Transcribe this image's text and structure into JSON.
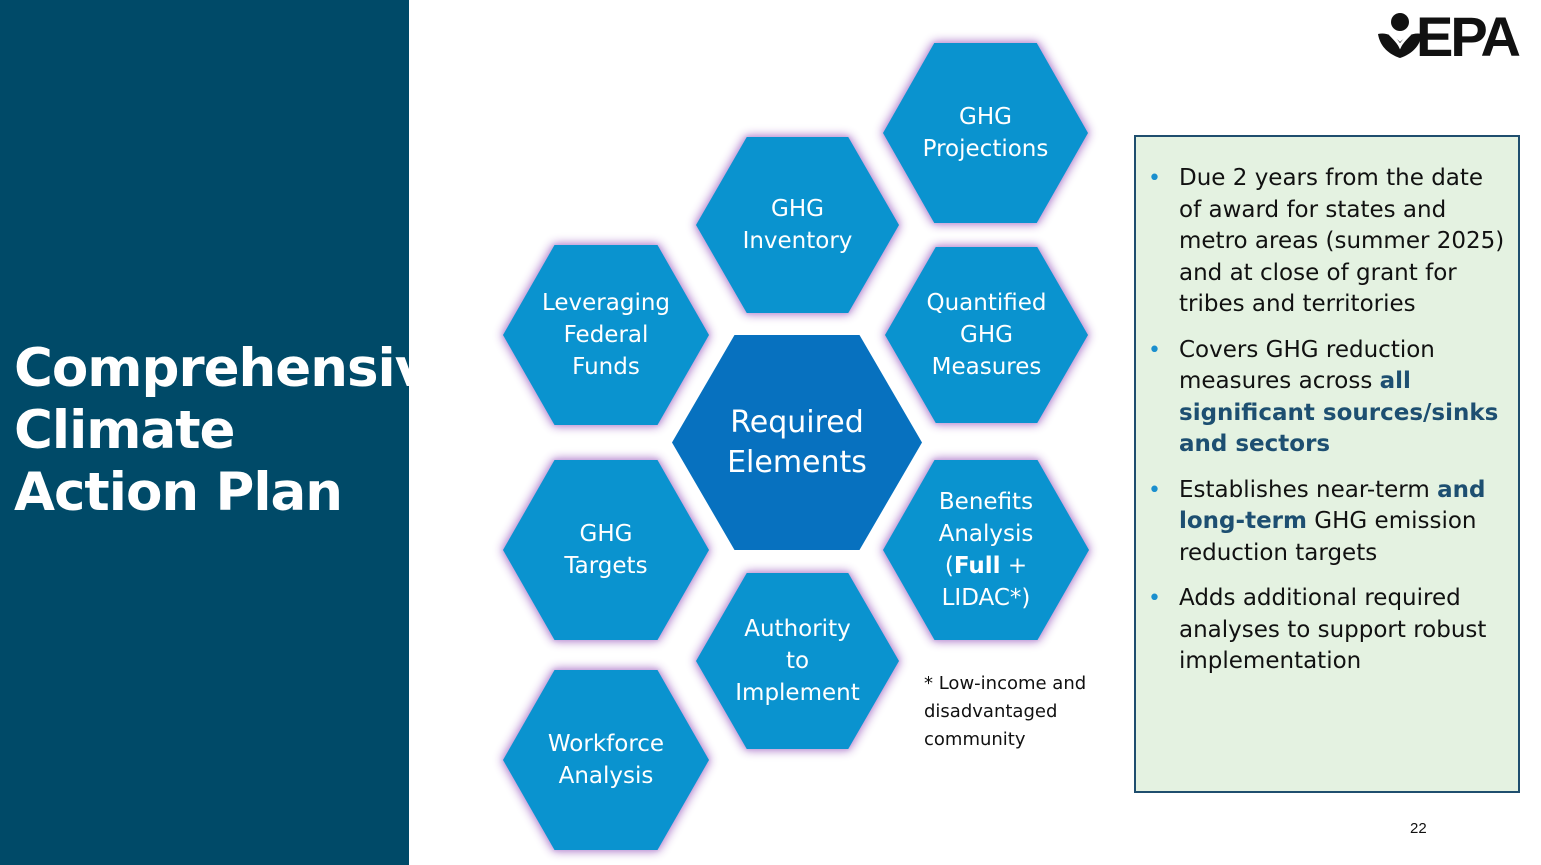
{
  "slide": {
    "title_lines": [
      "Comprehensive",
      "Climate",
      "Action Plan"
    ],
    "page_number": "22"
  },
  "logo": {
    "text": "EPA",
    "icon": "epa-flower-icon"
  },
  "hexagons": {
    "center": "Required\nElements",
    "ghg_projections": "GHG\nProjections",
    "ghg_inventory": "GHG\nInventory",
    "quantified_measures": "Quantified\nGHG\nMeasures",
    "leveraging_funds": "Leveraging\nFederal\nFunds",
    "ghg_targets": "GHG\nTargets",
    "benefits_analysis": {
      "line1": "Benefits",
      "line2": "Analysis",
      "line3_pre": "(",
      "line3_bold": "Full",
      "line3_post": " +",
      "line4": "LIDAC*)"
    },
    "authority": "Authority\nto\nImplement",
    "workforce": "Workforce\nAnalysis"
  },
  "footnote": "* Low-income and disadvantaged community",
  "info_box": {
    "bullet1": "Due 2 years from the date of award for states and metro areas (summer 2025) and at close of grant for tribes and territories",
    "bullet2_pre": "Covers GHG reduction measures across ",
    "bullet2_bold": "all significant sources/sinks and sectors",
    "bullet3_pre": "Establishes near-term ",
    "bullet3_bold": "and long-term",
    "bullet3_post": " GHG emission reduction targets",
    "bullet4": "Adds additional required analyses to support robust implementation"
  },
  "colors": {
    "sidebar": "#004a68",
    "hex": "#0a93cf",
    "hex_center": "#0771bf",
    "box_bg": "#e4f2e1",
    "highlight": "#1d4f71"
  }
}
